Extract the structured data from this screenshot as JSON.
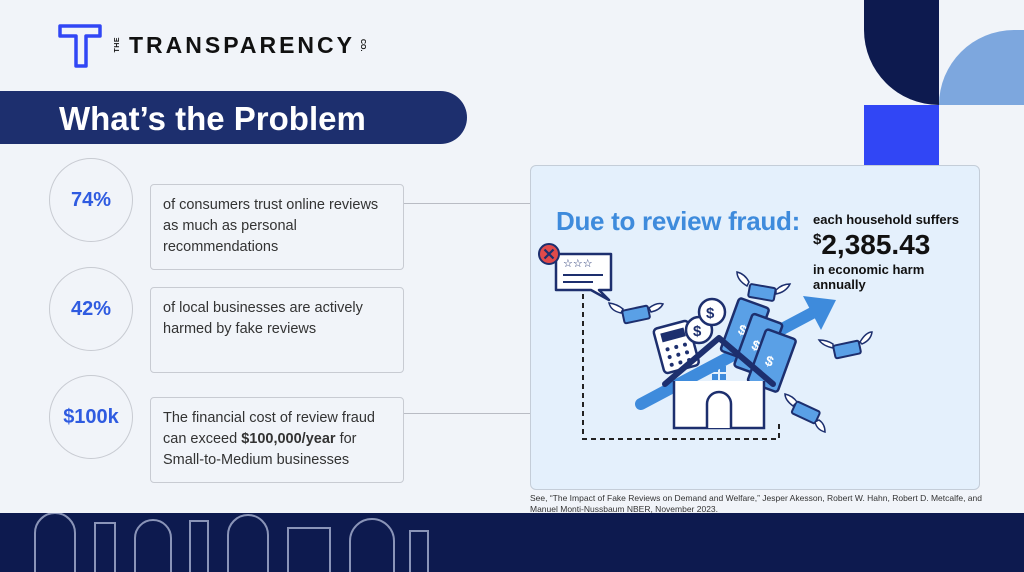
{
  "brand": {
    "the": "THE",
    "name": "TRANSPARENCY",
    "co": "CO."
  },
  "title": "What’s the Problem",
  "stats": [
    {
      "value": "74%",
      "text": "of consumers trust online reviews as much as personal recommendations"
    },
    {
      "value": "42%",
      "text": "of local businesses are actively harmed by fake reviews"
    },
    {
      "value": "$100k",
      "text_before": "The financial cost of review fraud can exceed ",
      "text_bold": "$100,000/year",
      "text_after": " for Small-to-Medium businesses"
    }
  ],
  "panel": {
    "heading": "Due to review fraud:",
    "line1": "each household suffers",
    "currency": "$",
    "amount": "2,385.43",
    "line2": "in economic harm annually"
  },
  "footnote": "See, “The Impact of Fake Reviews on Demand and Welfare,” Jesper Akesson, Robert W. Hahn, Robert D. Metcalfe, and Manuel Monti-Nussbaum NBER, November 2023.",
  "colors": {
    "navy": "#1d2f6e",
    "dark_navy": "#0d1a4f",
    "accent_blue": "#2f5be0",
    "bright_blue": "#3146f5",
    "light_blue": "#7da7de",
    "heading_blue": "#3e8bdc"
  },
  "icons": [
    "logo-t-icon",
    "review-card-icon",
    "error-x-icon",
    "money-wings-icon",
    "house-icon",
    "calculator-icon",
    "coin-icon",
    "trend-arrow-icon"
  ]
}
